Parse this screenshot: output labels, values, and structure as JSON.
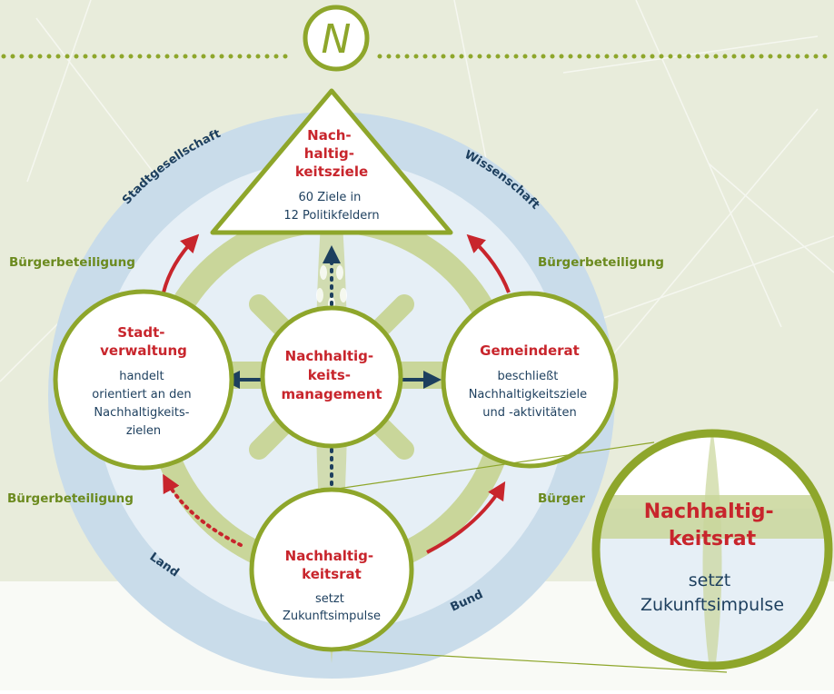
{
  "logo_letter": "N",
  "ring_labels": {
    "stadtgesellschaft": "Stadtgesellschaft",
    "wissenschaft": "Wissenschaft",
    "land": "Land",
    "bund": "Bund"
  },
  "buergerbeteiligung": {
    "top_left": "Bürgerbeteiligung",
    "top_right": "Bürgerbeteiligung",
    "bottom_left": "Bürgerbeteiligung",
    "bottom_right": "Bürger"
  },
  "top": {
    "title": [
      "Nach-",
      "haltig-",
      "keitsziele"
    ],
    "desc": [
      "60 Ziele in",
      "12 Politikfeldern"
    ]
  },
  "left": {
    "title": [
      "Stadt-",
      "verwaltung"
    ],
    "desc": [
      "handelt",
      "orientiert an den",
      "Nachhaltigkeits-",
      "zielen"
    ]
  },
  "center": {
    "title": [
      "Nachhaltig-",
      "keits-",
      "management"
    ]
  },
  "right": {
    "title": [
      "Gemeinderat"
    ],
    "desc": [
      "beschließt",
      "Nachhaltigkeitsziele",
      "und -aktivitäten"
    ]
  },
  "bottom": {
    "title": [
      "Nachhaltig-",
      "keitsrat"
    ],
    "desc": [
      "setzt",
      "Zukunftsimpulse"
    ]
  },
  "zoom": {
    "title": [
      "Nachhaltig-",
      "keitsrat"
    ],
    "desc": [
      "setzt",
      "Zukunftsimpulse"
    ]
  },
  "colors": {
    "olive": "#8ea62b",
    "light_olive": "#c9d69a",
    "pale_blue": "#c9dcea",
    "inner_blue": "#e6eff6",
    "navy": "#1d3f5e",
    "red": "#c8252c",
    "background": "#e8ecdb"
  }
}
